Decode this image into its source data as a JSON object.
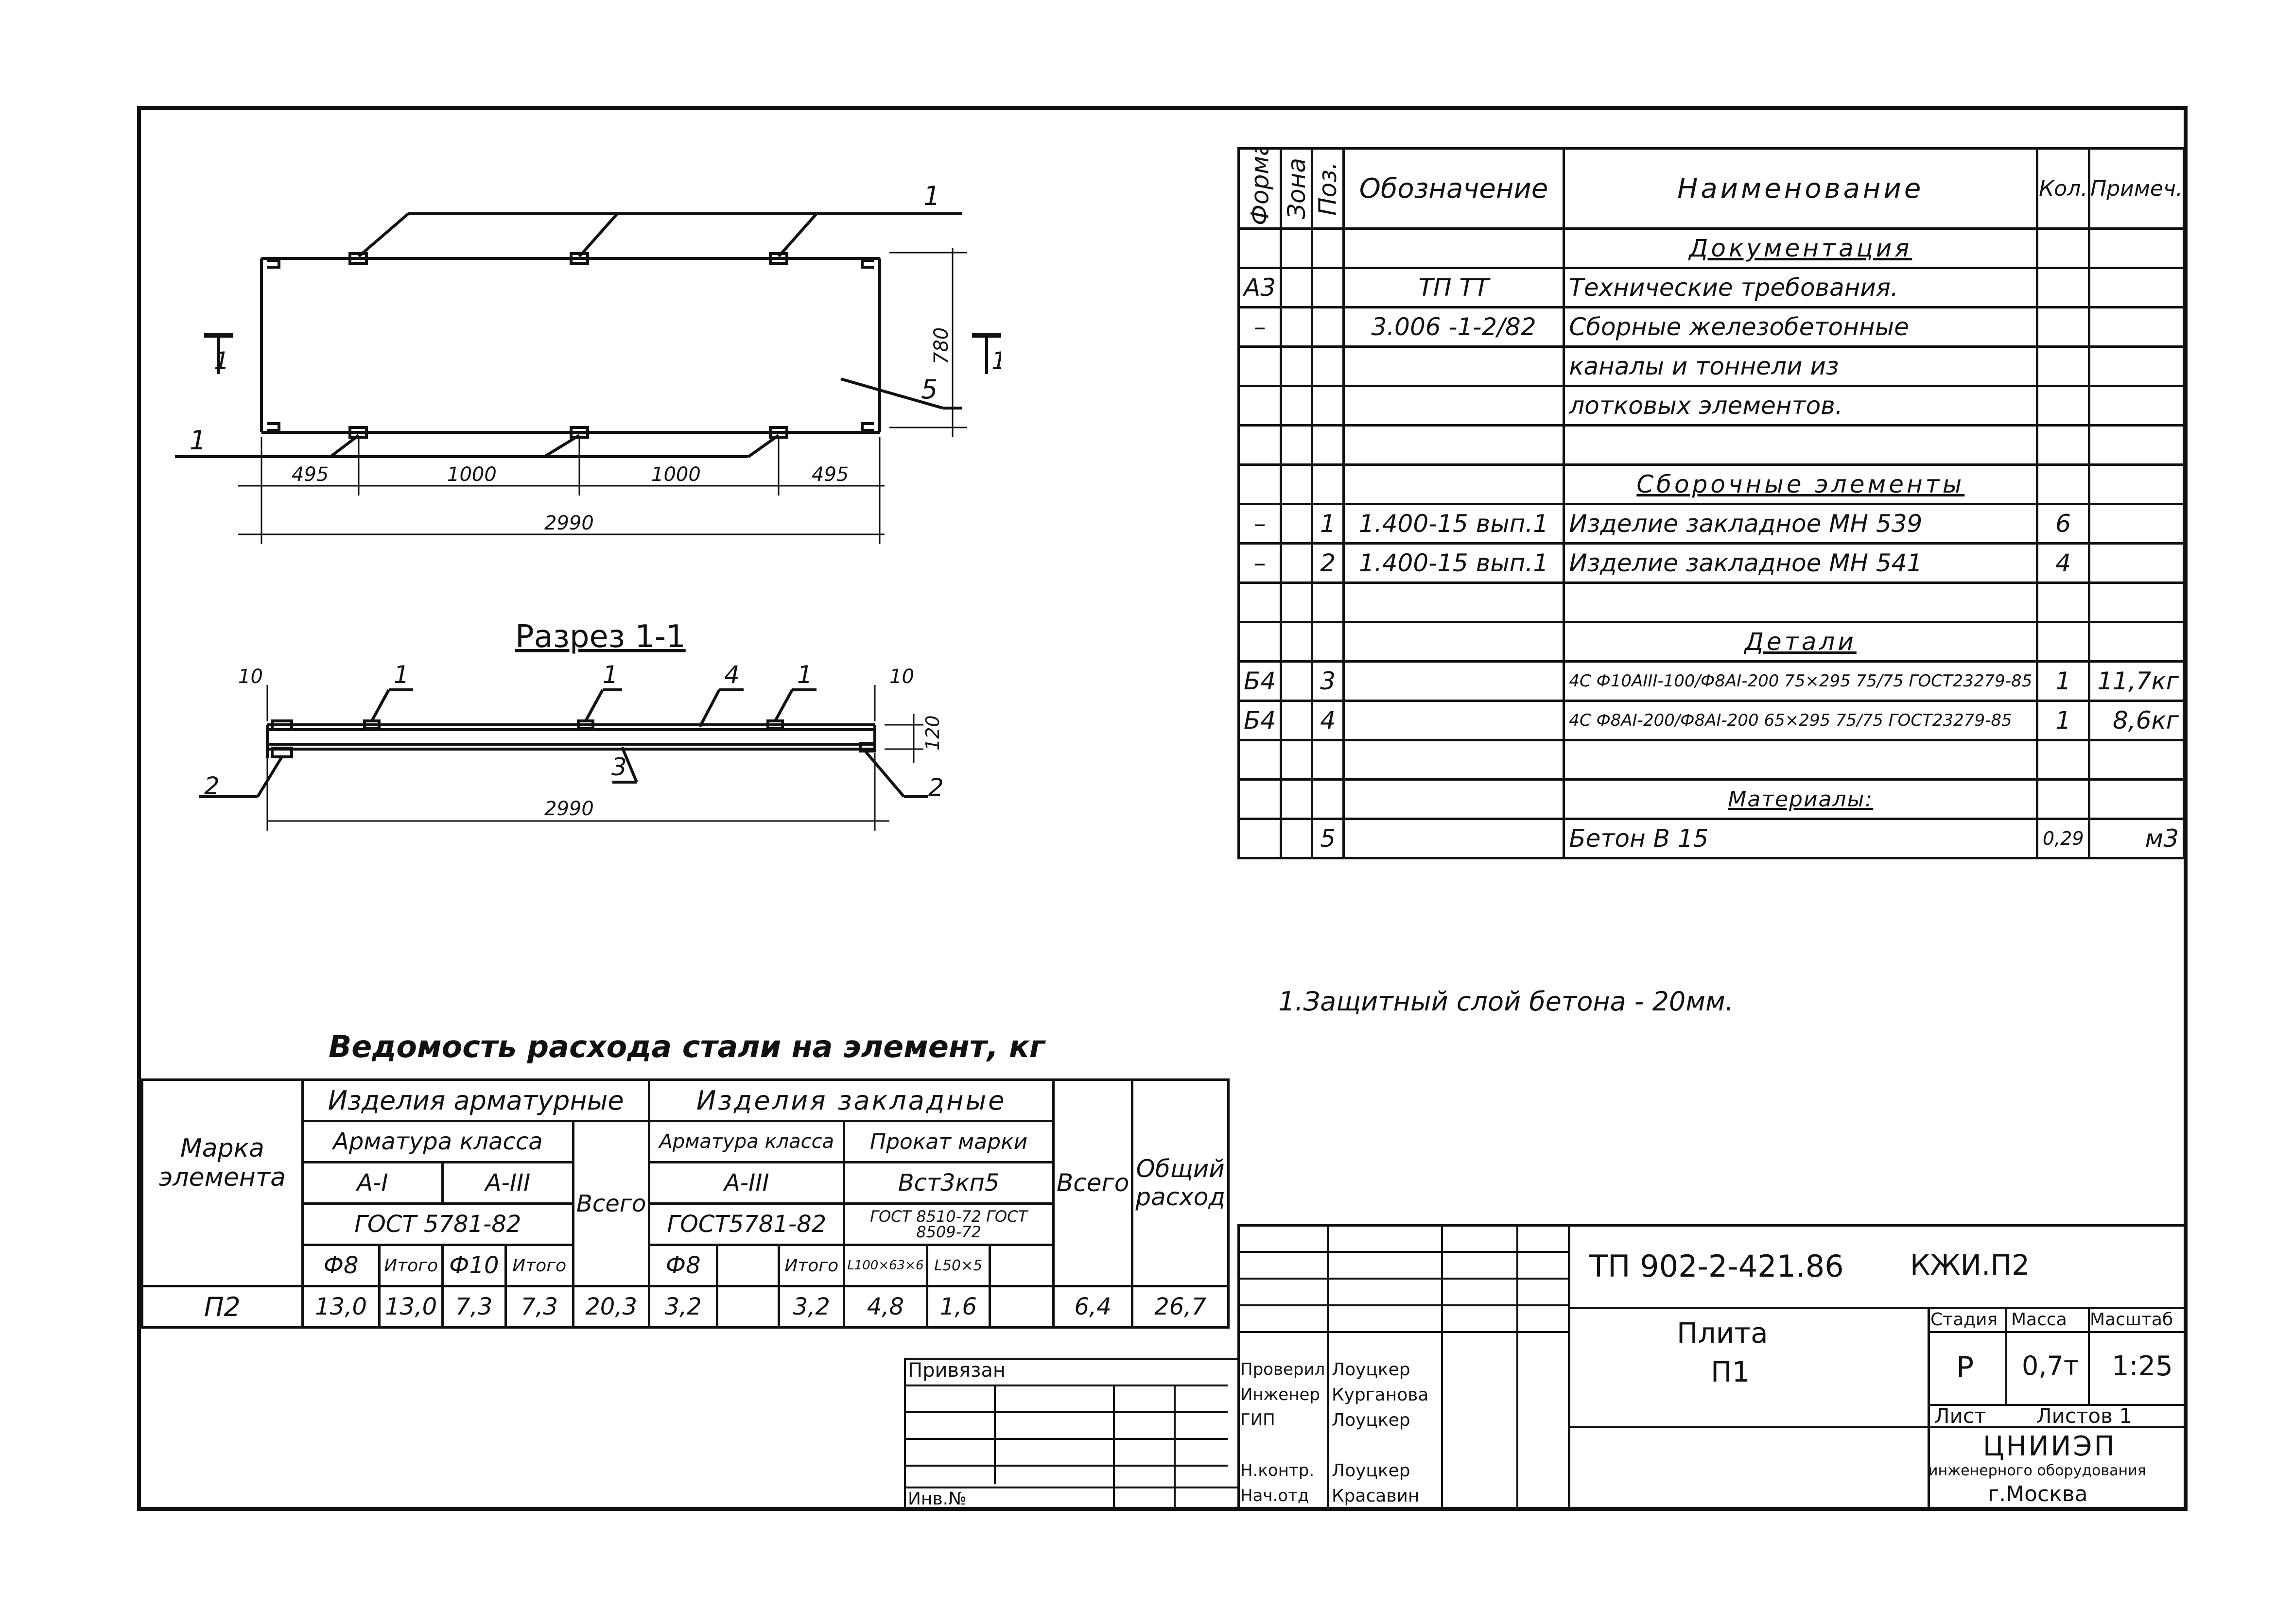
{
  "drawing": {
    "plan": {
      "leaders": [
        "1",
        "1",
        "5"
      ],
      "section_marks": [
        "1",
        "1"
      ],
      "dims": {
        "seg1": "495",
        "seg2": "1000",
        "seg3": "1000",
        "seg4": "495",
        "total": "2990",
        "height": "780"
      }
    },
    "section": {
      "title": "Разрез 1-1",
      "leaders": [
        "1",
        "1",
        "4",
        "1",
        "3",
        "2",
        "2"
      ],
      "dims": {
        "top_left": "10",
        "top_right": "10",
        "height": "120",
        "total": "2990"
      }
    }
  },
  "spec_table": {
    "headers": {
      "format": "Формат",
      "zone": "Зона",
      "pos": "Поз.",
      "designation": "Обозначение",
      "name": "Наименование",
      "qty": "Кол.",
      "note": "Примеч."
    },
    "rows": [
      {
        "format": "",
        "zone": "",
        "pos": "",
        "designation": "",
        "name": "Документация",
        "qty": "",
        "note": "",
        "kind": "section"
      },
      {
        "format": "А3",
        "zone": "",
        "pos": "",
        "designation": "ТП                                 ТТ",
        "name": "Технические требования.",
        "qty": "",
        "note": ""
      },
      {
        "format": "–",
        "zone": "",
        "pos": "",
        "designation": "3.006 -1-2/82",
        "name": "Сборные железобетонные",
        "qty": "",
        "note": ""
      },
      {
        "format": "",
        "zone": "",
        "pos": "",
        "designation": "",
        "name": "каналы и тоннели из",
        "qty": "",
        "note": ""
      },
      {
        "format": "",
        "zone": "",
        "pos": "",
        "designation": "",
        "name": "лотковых элементов.",
        "qty": "",
        "note": ""
      },
      {
        "format": "",
        "zone": "",
        "pos": "",
        "designation": "",
        "name": "",
        "qty": "",
        "note": ""
      },
      {
        "format": "",
        "zone": "",
        "pos": "",
        "designation": "",
        "name": "Сборочные элементы",
        "qty": "",
        "note": "",
        "kind": "section"
      },
      {
        "format": "–",
        "zone": "",
        "pos": "1",
        "designation": "1.400-15  вып.1",
        "name": "Изделие закладное МН 539",
        "qty": "6",
        "note": ""
      },
      {
        "format": "–",
        "zone": "",
        "pos": "2",
        "designation": "1.400-15  вып.1",
        "name": "Изделие закладное МН 541",
        "qty": "4",
        "note": ""
      },
      {
        "format": "",
        "zone": "",
        "pos": "",
        "designation": "",
        "name": "",
        "qty": "",
        "note": ""
      },
      {
        "format": "",
        "zone": "",
        "pos": "",
        "designation": "",
        "name": "Детали",
        "qty": "",
        "note": "",
        "kind": "section"
      },
      {
        "format": "Б4",
        "zone": "",
        "pos": "3",
        "designation": "",
        "name": "4С Ф10АIII-100/Ф8АI-200 75×295 75/75 ГОСТ23279-85",
        "qty": "1",
        "note": "11,7кг",
        "kind": "small"
      },
      {
        "format": "Б4",
        "zone": "",
        "pos": "4",
        "designation": "",
        "name": "4С Ф8АI-200/Ф8АI-200 65×295 75/75 ГОСТ23279-85",
        "qty": "1",
        "note": "8,6кг",
        "kind": "small"
      },
      {
        "format": "",
        "zone": "",
        "pos": "",
        "designation": "",
        "name": "",
        "qty": "",
        "note": ""
      },
      {
        "format": "",
        "zone": "",
        "pos": "",
        "designation": "",
        "name": "Материалы:",
        "qty": "",
        "note": "",
        "kind": "section-sm"
      },
      {
        "format": "",
        "zone": "",
        "pos": "5",
        "designation": "",
        "name": "Бетон В 15",
        "qty": "0,29",
        "note": "м3"
      }
    ]
  },
  "note": "1.Защитный слой бетона - 20мм.",
  "steel_table": {
    "title": "Ведомость расхода стали на элемент, кг",
    "h_mark": "Марка элемента",
    "h_rebar_items": "Изделия арматурные",
    "h_embed_items": "Изделия закладные",
    "h_rebar_class": "Арматура класса",
    "h_rebar_class2": "Арматура класса",
    "h_rolled": "Прокат марки",
    "h_ai": "А-I",
    "h_aiii": "А-III",
    "h_aiii2": "А-III",
    "h_vst": "Вст3кп5",
    "h_gost1": "ГОСТ 5781-82",
    "h_gost2": "ГОСТ5781-82",
    "h_gost3": "ГОСТ 8510-72 ГОСТ 8509-72",
    "h_total1": "Всего",
    "h_total2": "Всего",
    "h_overall": "Общий расход",
    "sub": [
      "Ф8",
      "Итого",
      "Ф10",
      "Итого",
      "Ф8",
      "",
      "Итого",
      "L100×63×6",
      "L50×5",
      ""
    ],
    "row": {
      "mark": "П2",
      "v1": "13,0",
      "v2": "13,0",
      "v3": "7,3",
      "v4": "7,3",
      "total1": "20,3",
      "v5": "3,2",
      "v6": "",
      "v7": "3,2",
      "v8": "4,8",
      "v9": "1,6",
      "v10": "",
      "total2": "6,4",
      "overall": "26,7"
    }
  },
  "title_block": {
    "doc_number": "ТП 902-2-421.86",
    "sheet_code": "КЖИ.П2",
    "name1": "Плита",
    "name2": "П1",
    "stage_h": "Стадия",
    "mass_h": "Масса",
    "scale_h": "Масштаб",
    "stage": "Р",
    "mass": "0,7т",
    "scale": "1:25",
    "sheet": "Лист",
    "sheets": "Листов 1",
    "org1": "ЦНИИЭП",
    "org2": "инженерного оборудования",
    "org3": "г.Москва",
    "tied": "Привязан",
    "inv": "Инв.№",
    "signers": [
      {
        "role": "Проверил",
        "name": "Лоуцкер"
      },
      {
        "role": "Инженер",
        "name": "Курганова"
      },
      {
        "role": "ГИП",
        "name": "Лоуцкер"
      },
      {
        "role": "",
        "name": ""
      },
      {
        "role": "Н.контр.",
        "name": "Лоуцкер"
      },
      {
        "role": "Нач.отд",
        "name": "Красавин"
      }
    ]
  }
}
